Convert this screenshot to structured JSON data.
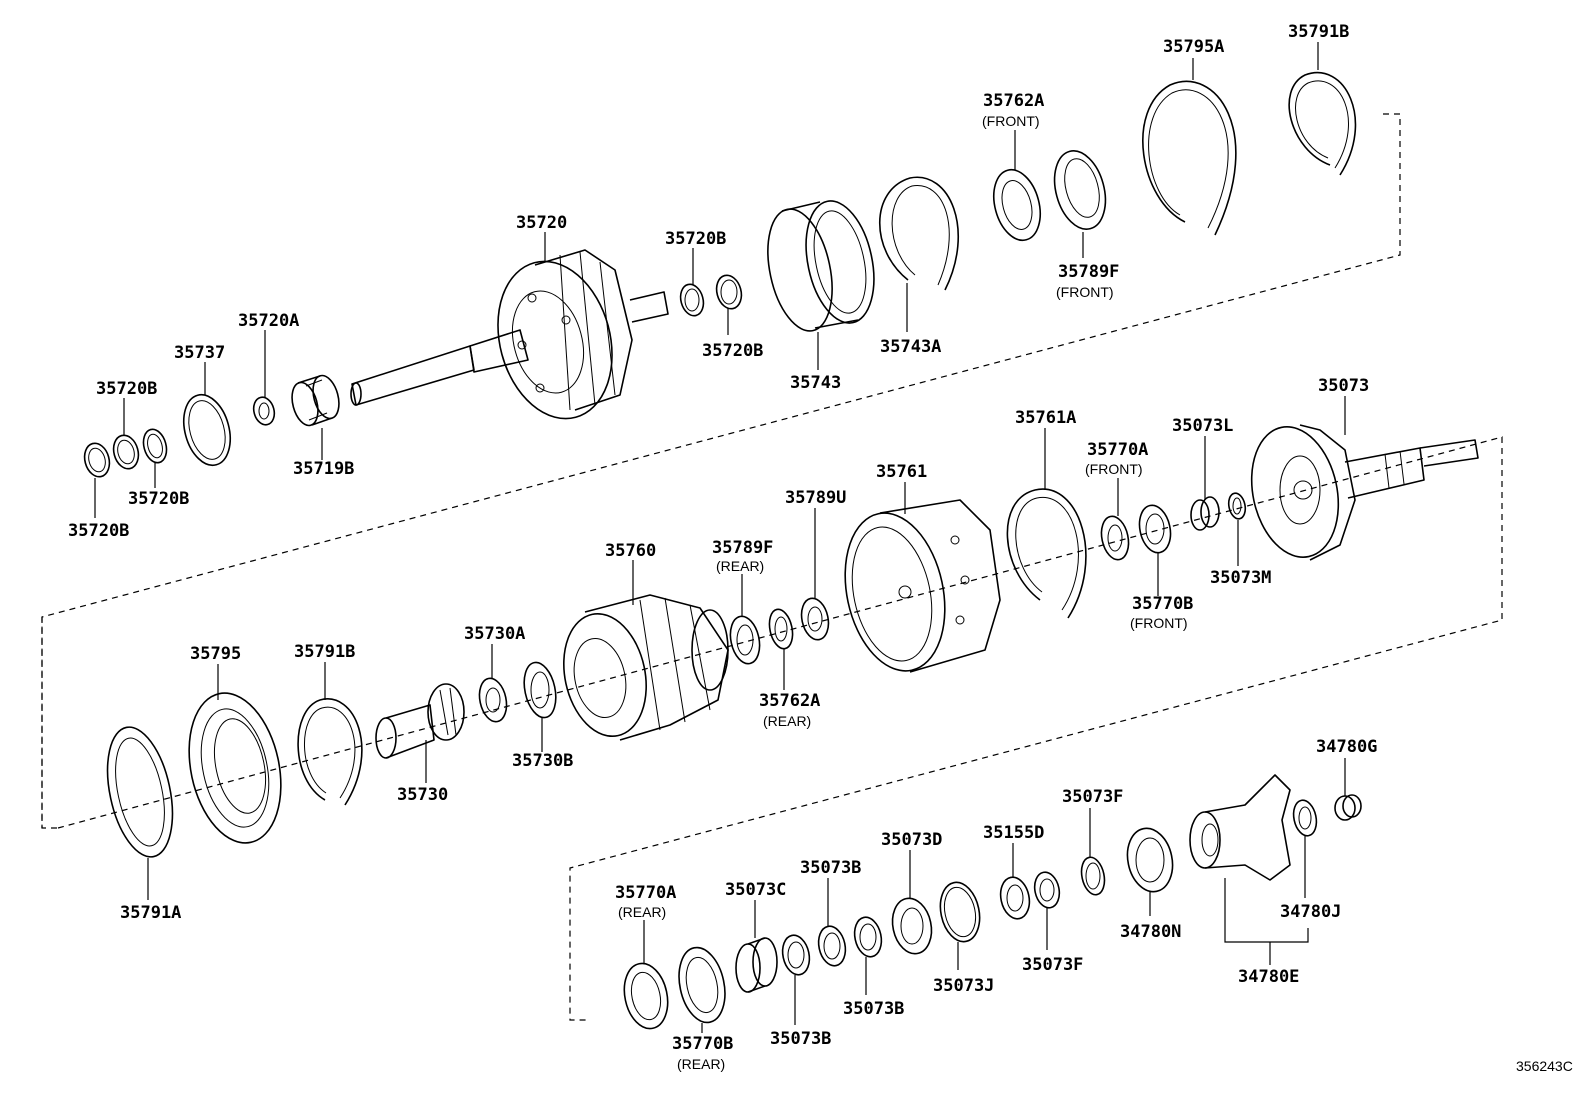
{
  "diagram_ref": "356243C",
  "labels": {
    "l35795A": "35795A",
    "l35791B_top": "35791B",
    "l35762A_front": "35762A",
    "n_front_1": "(FRONT)",
    "l35720": "35720",
    "l35720B_mid": "35720B",
    "l35720B_mid2": "35720B",
    "l35789F_front": "35789F",
    "n_front_2": "(FRONT)",
    "l35743A": "35743A",
    "l35743": "35743",
    "l35720A": "35720A",
    "l35737": "35737",
    "l35720B_a": "35720B",
    "l35720B_b": "35720B",
    "l35720B_c": "35720B",
    "l35719B": "35719B",
    "l35073": "35073",
    "l35761A": "35761A",
    "l35770A_front": "35770A",
    "n_front_3": "(FRONT)",
    "l35073L": "35073L",
    "l35761": "35761",
    "l35789U": "35789U",
    "l35789F_rear": "35789F",
    "n_rear_1": "(REAR)",
    "l35760": "35760",
    "l35073M": "35073M",
    "l35770B_front": "35770B",
    "n_front_4": "(FRONT)",
    "l35730A": "35730A",
    "l35795": "35795",
    "l35791B_mid": "35791B",
    "l35762A_rear": "35762A",
    "n_rear_2": "(REAR)",
    "l35730B": "35730B",
    "l35730": "35730",
    "l35791A": "35791A",
    "l34780G": "34780G",
    "l35073F_a": "35073F",
    "l35073D": "35073D",
    "l35155D": "35155D",
    "l35073B_a": "35073B",
    "l35770A_rear": "35770A",
    "n_rear_3": "(REAR)",
    "l35073C": "35073C",
    "l34780N": "34780N",
    "l34780J": "34780J",
    "l35073F_b": "35073F",
    "l35073J": "35073J",
    "l35073B_b": "35073B",
    "l34780E": "34780E",
    "l35770B_rear": "35770B",
    "n_rear_4": "(REAR)",
    "l35073B_c": "35073B"
  },
  "icons": {
    "shaft": "planetary-gear-shaft",
    "ring": "snap-ring",
    "bearing": "needle-bearing",
    "drum": "clutch-drum",
    "gear": "ring-gear",
    "flange": "output-flange"
  }
}
